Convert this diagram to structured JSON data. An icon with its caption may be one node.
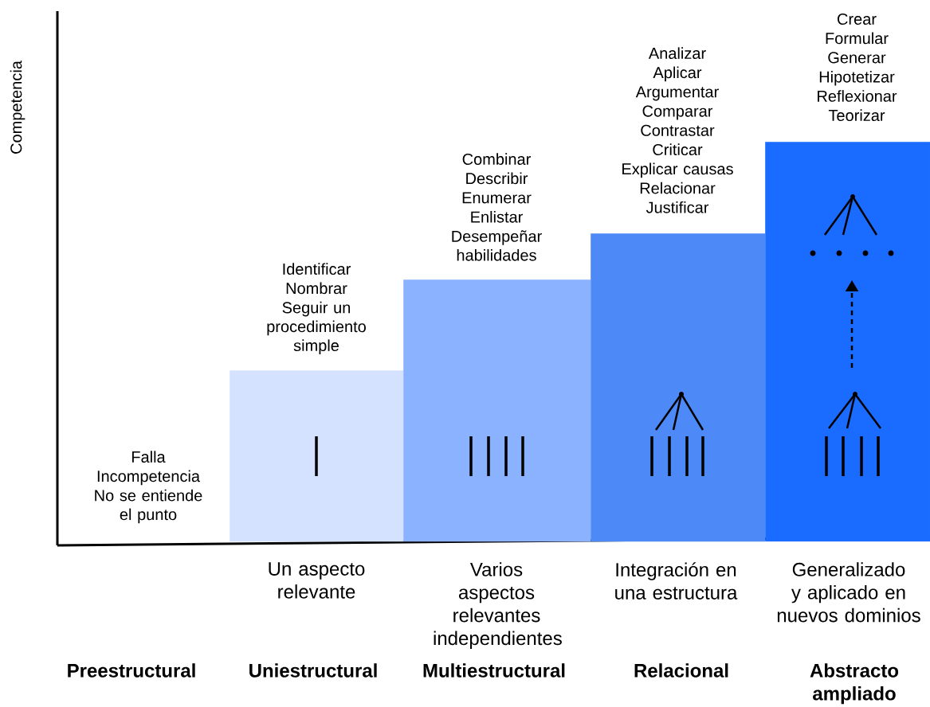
{
  "diagram": {
    "nodes": [
      {
        "text": [],
        "shape": "bar"
      },
      {
        "text": [],
        "shape": "bar"
      },
      {
        "text": [],
        "shape": "bar"
      },
      {
        "text": [],
        "shape": "bar"
      }
    ],
    "labels": [
      "Competencia",
      "Falla",
      "Incompetencia",
      "No se entiende el punto",
      "Identificar",
      "Nombrar",
      "Seguir un procedimiento simple",
      "Combinar",
      "Describir",
      "Enumerar",
      "Enlistar",
      "Desempeñar habilidades",
      "Analizar",
      "Aplicar",
      "Argumentar",
      "Comparar",
      "Contrastar",
      "Criticar",
      "Explicar causas",
      "Relacionar",
      "Justificar",
      "Crear",
      "Formular",
      "Generar",
      "Hipotetizar",
      "Reflexionar",
      "Teorizar",
      "Un aspecto relevante",
      "Varios aspectos relevantes independientes",
      "Integración en una estructura",
      "Generalizado y aplicado en nuevos dominios",
      "Preestructural",
      "Uniestructural",
      "Multiestructural",
      "Relacional",
      "Abstracto ampliado"
    ]
  }
}
